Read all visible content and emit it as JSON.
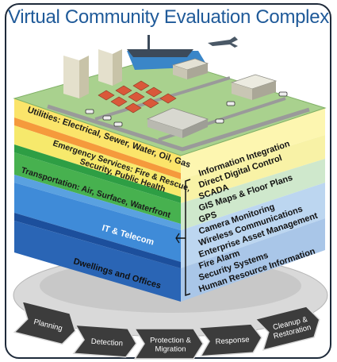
{
  "title": "Virtual Community Evaluation Complex",
  "layers": [
    {
      "label": "Utilities: Electrical, Sewer, Water, Oil, Gas",
      "color_front": "#f5ee6a",
      "color_side": "#fdf6a8"
    },
    {
      "label_line1": "Emergency Services: Fire & Rescue,",
      "label_line2": "Security, Public Health",
      "color_front": "#f2e05a",
      "color_side": "#fbf3b0"
    },
    {
      "label": "Transportation: Air, Surface, Waterfront",
      "color_front": "#3ba848",
      "color_side": "#c9e7c9"
    },
    {
      "label": "IT & Telecom",
      "color_front": "#3d8ad6",
      "color_side": "#b7d3ef"
    },
    {
      "label": "Dwellings and Offices",
      "color_front": "#2360b0",
      "color_side": "#a7c4e6"
    }
  ],
  "capabilities": [
    "Information Integration",
    "Direct Digital Control",
    "SCADA",
    "GIS Maps & Floor Plans",
    "GPS",
    "Camera Monitoring",
    "Wireless Communications",
    "Enterprise Asset Management",
    "Fire Alarm",
    "Security Systems",
    "Human Resource Information"
  ],
  "phases": [
    "Planning",
    "Detection",
    "Protection & Migration",
    "Response",
    "Cleanup & Restoration"
  ],
  "phase_lines": [
    [
      "Planning"
    ],
    [
      "Detection"
    ],
    [
      "Protection &",
      "Migration"
    ],
    [
      "Response"
    ],
    [
      "Cleanup &",
      "Restoration"
    ]
  ],
  "colors": {
    "title": "#1f5a99",
    "ring": "#d9d9d9",
    "arrow": "#3c3c3c",
    "top": "#a9d18e",
    "road": "#9a9a9a"
  }
}
